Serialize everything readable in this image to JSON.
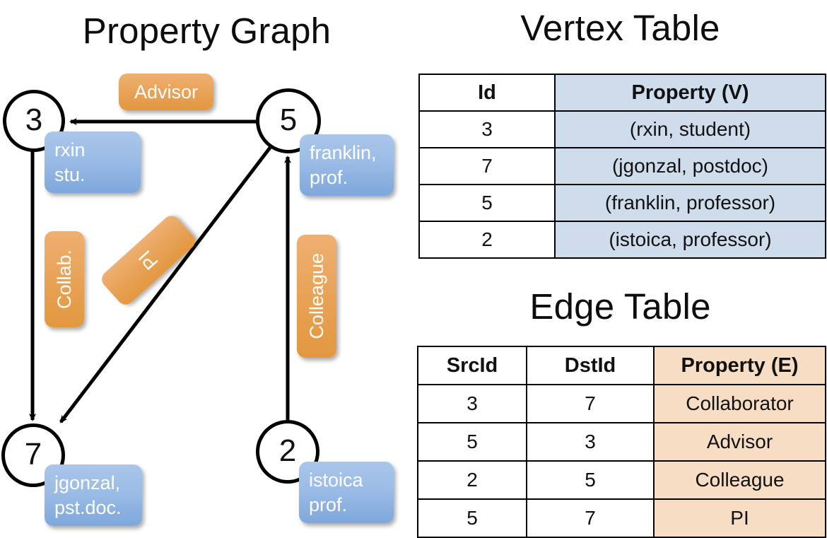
{
  "titles": {
    "property_graph": "Property Graph",
    "vertex_table": "Vertex Table",
    "edge_table": "Edge Table"
  },
  "graph": {
    "nodes": [
      {
        "id": "3",
        "property": "rxin\nstu.",
        "label_line1": "rxin",
        "label_line2": "stu."
      },
      {
        "id": "5",
        "property": "franklin, prof.",
        "label_line1": "franklin,",
        "label_line2": "prof."
      },
      {
        "id": "7",
        "property": "jgonzal, pst.doc.",
        "label_line1": "jgonzal,",
        "label_line2": "pst.doc."
      },
      {
        "id": "2",
        "property": "istoica prof.",
        "label_line1": "istoica",
        "label_line2": "prof."
      }
    ],
    "edge_labels": [
      {
        "name": "advisor",
        "text": "Advisor"
      },
      {
        "name": "collab",
        "text": "Collab."
      },
      {
        "name": "pi",
        "text": "PI"
      },
      {
        "name": "colleague",
        "text": "Colleague"
      }
    ]
  },
  "vertex_table": {
    "columns": [
      "Id",
      "Property (V)"
    ],
    "rows": [
      {
        "id": "3",
        "property": "(rxin, student)"
      },
      {
        "id": "7",
        "property": "(jgonzal, postdoc)"
      },
      {
        "id": "5",
        "property": "(franklin, professor)"
      },
      {
        "id": "2",
        "property": "(istoica, professor)"
      }
    ]
  },
  "edge_table": {
    "columns": [
      "SrcId",
      "DstId",
      "Property (E)"
    ],
    "rows": [
      {
        "src": "3",
        "dst": "7",
        "property": "Collaborator"
      },
      {
        "src": "5",
        "dst": "3",
        "property": "Advisor"
      },
      {
        "src": "2",
        "dst": "5",
        "property": "Colleague"
      },
      {
        "src": "5",
        "dst": "7",
        "property": "PI"
      }
    ]
  },
  "colors": {
    "vertex_property_fill": "#cfdceb",
    "edge_property_fill": "#f6ddc3",
    "node_box_blue": "#9bbce6",
    "edge_label_orange": "#e8a358",
    "stroke": "#000000"
  }
}
